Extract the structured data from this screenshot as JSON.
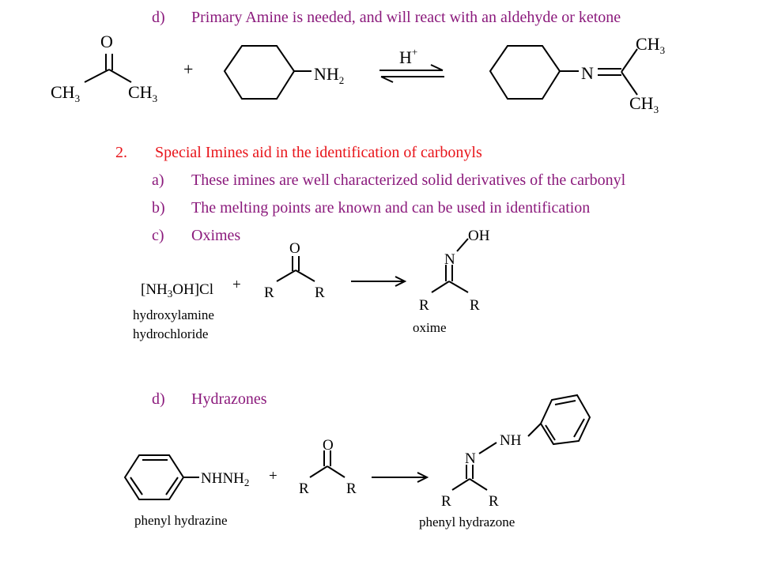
{
  "outline": {
    "d1": {
      "marker": "d)",
      "text": "Primary Amine is needed, and will react with an aldehyde or ketone"
    },
    "s2": {
      "marker": "2.",
      "text": "Special Imines aid in the identification of carbonyls"
    },
    "a": {
      "marker": "a)",
      "text": "These imines are well characterized solid derivatives of the carbonyl"
    },
    "b": {
      "marker": "b)",
      "text": "The melting points are known and can be used in identification"
    },
    "c": {
      "marker": "c)",
      "text": "Oximes"
    },
    "d2": {
      "marker": "d)",
      "text": "Hydrazones"
    }
  },
  "reaction1": {
    "ketone_o": "O",
    "ch3": "CH",
    "sub3": "3",
    "plus": "+",
    "nh": "NH",
    "sub2": "2",
    "h": "H",
    "sup_plus": "+",
    "n": "N"
  },
  "reaction2": {
    "reagent_a": "[NH",
    "reagent_sub": "3",
    "reagent_b": "OH]Cl",
    "plus": "+",
    "o": "O",
    "r": "R",
    "n": "N",
    "oh": "OH",
    "name1": "hydroxylamine",
    "name2": "hydrochloride",
    "product_name": "oxime"
  },
  "reaction3": {
    "nhnh": "NHNH",
    "sub2": "2",
    "plus": "+",
    "o": "O",
    "r": "R",
    "n": "N",
    "nh": "NH",
    "reagent_name": "phenyl hydrazine",
    "product_name": "phenyl hydrazone"
  },
  "colors": {
    "outline_text": "#8b1a7c",
    "heading_text": "#e8141a",
    "structure": "#000000"
  }
}
